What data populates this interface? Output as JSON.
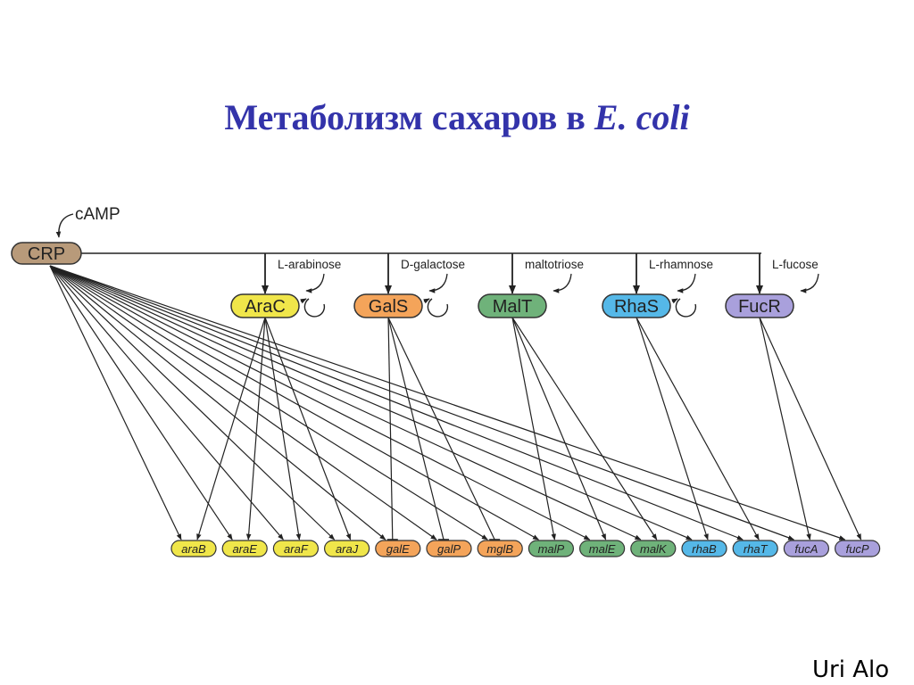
{
  "title": {
    "main": "Метаболизм сахаров в ",
    "italic": "E. coli"
  },
  "credit": "Uri Alo",
  "master": {
    "label": "CRP",
    "signal": "cAMP",
    "color": "#b89a7a"
  },
  "regulators": [
    {
      "label": "AraC",
      "signal": "L-arabinose",
      "color": "#f0e64a",
      "self_loop": true
    },
    {
      "label": "GalS",
      "signal": "D-galactose",
      "color": "#f4a45a",
      "self_loop": true
    },
    {
      "label": "MalT",
      "signal": "maltotriose",
      "color": "#6fb27a",
      "self_loop": false
    },
    {
      "label": "RhaS",
      "signal": "L-rhamnose",
      "color": "#55b8e8",
      "self_loop": true
    },
    {
      "label": "FucR",
      "signal": "L-fucose",
      "color": "#a9a0dc",
      "self_loop": false
    }
  ],
  "genes": [
    {
      "label": "araB",
      "regulator": 0
    },
    {
      "label": "araE",
      "regulator": 0
    },
    {
      "label": "araF",
      "regulator": 0
    },
    {
      "label": "araJ",
      "regulator": 0
    },
    {
      "label": "galE",
      "regulator": 1,
      "repress": true
    },
    {
      "label": "galP",
      "regulator": 1,
      "repress": true
    },
    {
      "label": "mglB",
      "regulator": 1,
      "repress": true
    },
    {
      "label": "malP",
      "regulator": 2
    },
    {
      "label": "malE",
      "regulator": 2
    },
    {
      "label": "malK",
      "regulator": 2
    },
    {
      "label": "rhaB",
      "regulator": 3
    },
    {
      "label": "rhaT",
      "regulator": 3
    },
    {
      "label": "fucA",
      "regulator": 4
    },
    {
      "label": "fucP",
      "regulator": 4
    }
  ]
}
